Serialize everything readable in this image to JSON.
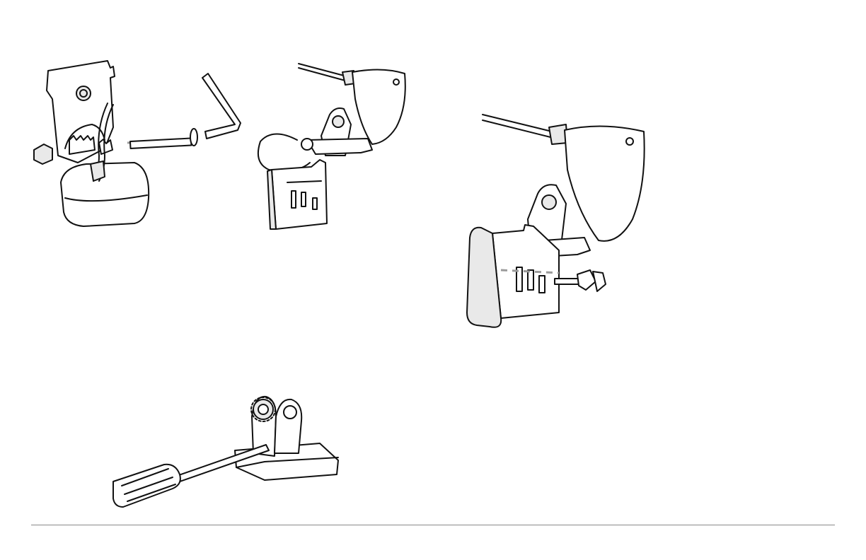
{
  "page": {
    "figures": [
      {
        "id": "fig-1",
        "icon": "transducer-disassembly-illustration"
      },
      {
        "id": "fig-2",
        "icon": "transducer-bracket-alignment-illustration"
      },
      {
        "id": "fig-3",
        "icon": "transducer-bracket-screw-illustration"
      },
      {
        "id": "fig-4",
        "icon": "screwdriver-ratchet-removal-illustration"
      }
    ],
    "line_color": "#111111",
    "rule_color": "#8a8a8a"
  }
}
